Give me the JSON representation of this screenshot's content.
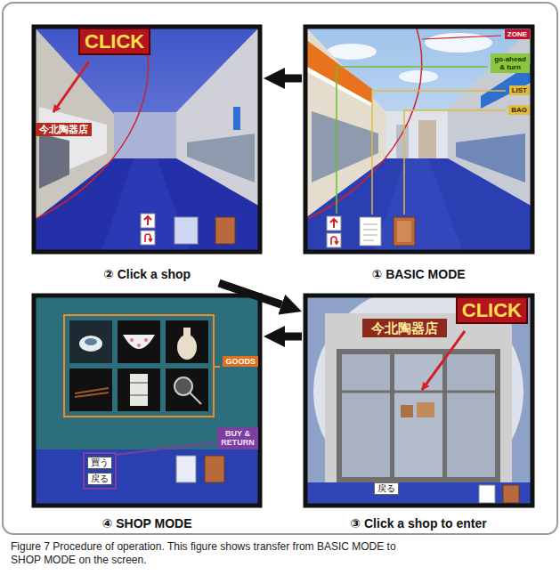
{
  "diagram": {
    "caption": "Figure 7 Procedure of operation. This figure shows transfer from BASIC MODE to SHOP MODE on the screen.",
    "nodes": [
      {
        "text": [
          "① BASIC MODE"
        ]
      },
      {
        "text": [
          "ZONE"
        ],
        "in": 0
      },
      {
        "text": [
          "go-ahead & turn"
        ],
        "in": 0
      },
      {
        "text": [
          "LIST"
        ],
        "in": 0
      },
      {
        "text": [
          "BAG"
        ],
        "in": 0
      },
      {
        "text": [
          "② Click a shop"
        ]
      },
      {
        "text": [
          "今北陶器店"
        ],
        "in": 5
      },
      {
        "text": [
          "CLICK"
        ],
        "in": 5
      },
      {
        "text": [
          "③ Click a shop to enter"
        ]
      },
      {
        "text": [
          "今北陶器店"
        ],
        "in": 8
      },
      {
        "text": [
          "CLICK"
        ],
        "in": 8
      },
      {
        "text": [
          "戻る"
        ],
        "in": 8
      },
      {
        "text": [
          "④ SHOP MODE"
        ]
      },
      {
        "text": [
          "GOODS"
        ],
        "in": 12
      },
      {
        "text": [
          "BUY & RETURN"
        ],
        "in": 12
      },
      {
        "text": [
          "買う"
        ],
        "in": 12
      },
      {
        "text": [
          "戻る"
        ],
        "in": 12
      }
    ],
    "edges": [
      {
        "from": 0,
        "to": 5,
        "arrow": "to"
      },
      {
        "from": 5,
        "to": 8,
        "arrow": "to"
      },
      {
        "from": 8,
        "to": 12,
        "arrow": "to"
      }
    ]
  }
}
